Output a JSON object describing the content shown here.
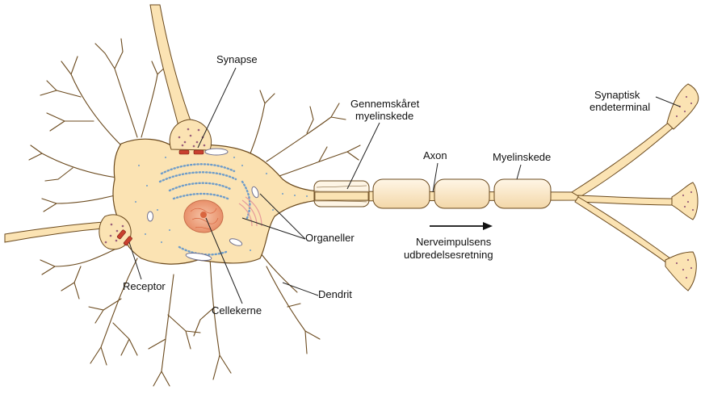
{
  "colors": {
    "cell_fill": "#fbe3b3",
    "cell_stroke": "#6b4a1e",
    "myelin_fill": "#fdecd0",
    "nucleus_fill": "#f0a884",
    "nucleolus": "#d9663f",
    "receptor_red": "#c8402f",
    "er_blue": "#6e9cc9",
    "vesicle_dots": "#9a5f7a",
    "golgi_pink": "#e79a9a"
  },
  "icons": {
    "arrow": "right-arrow-icon"
  },
  "labels": {
    "synapse": "Synapse",
    "myelin_cut_line1": "Gennemskåret",
    "myelin_cut_line2": "myelinskede",
    "axon": "Axon",
    "myelin": "Myelinskede",
    "terminal_line1": "Synaptisk",
    "terminal_line2": "endeterminal",
    "organelles": "Organeller",
    "impulse_line1": "Nerveimpulsens",
    "impulse_line2": "udbredelsesretning",
    "receptor": "Receptor",
    "dendrite": "Dendrit",
    "nucleus": "Cellekerne"
  }
}
